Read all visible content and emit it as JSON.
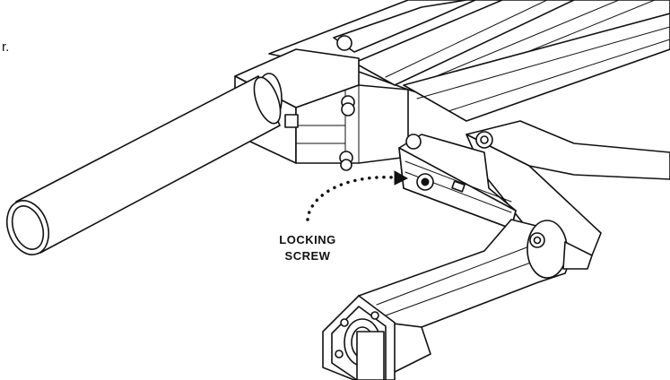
{
  "diagram": {
    "clipped_text": "r.",
    "callout": {
      "line1": "LOCKING",
      "line2": "SCREW"
    },
    "colors": {
      "ink": "#111111",
      "paper": "#ffffff"
    }
  }
}
